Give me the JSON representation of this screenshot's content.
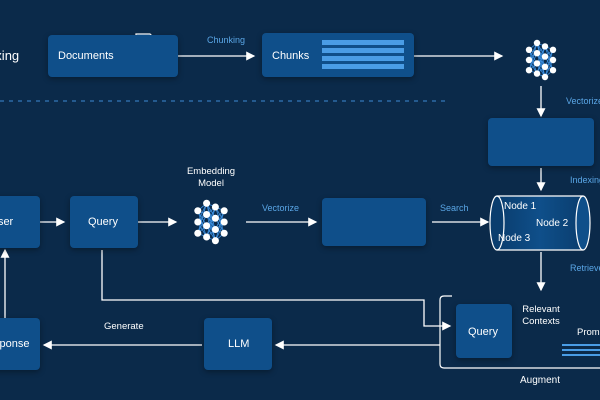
{
  "header": {
    "section_title": "Indexing"
  },
  "nodes": {
    "documents": "Documents",
    "chunks": "Chunks",
    "query": "Query",
    "user": "User",
    "embedding_model": "Embedding\nModel",
    "vector_db": {
      "node1": "Node 1",
      "node2": "Node 2",
      "node3": "Node 3"
    },
    "augment_query": "Query",
    "relevant_contexts": "Relevant\nContexts",
    "prompt": "Prompt",
    "llm": "LLM",
    "response": "Response",
    "augment": "Augment"
  },
  "edges": {
    "chunking": "Chunking",
    "vectorize_top": "Vectorize",
    "indexing": "Indexing",
    "vectorize_query": "Vectorize",
    "search": "Search",
    "retrieve": "Retrieve",
    "generate": "Generate"
  },
  "colors": {
    "background": "#0b2a4a",
    "box": "#0f4f8a",
    "accent": "#4a9de6",
    "edge_text": "#5aa6e6"
  }
}
